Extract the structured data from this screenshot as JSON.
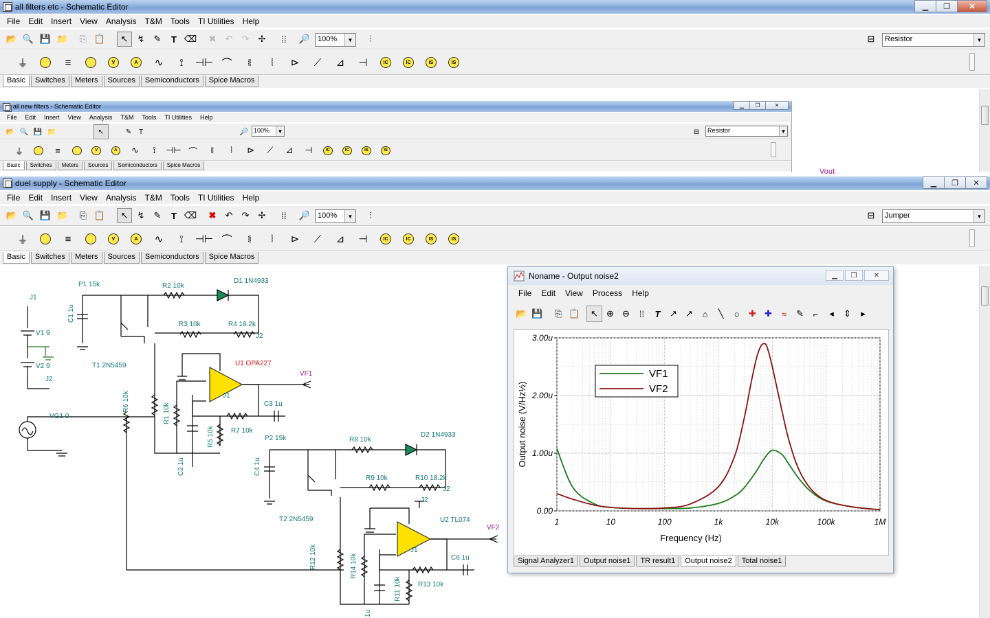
{
  "win1": {
    "title": "all filters etc - Schematic Editor",
    "selector": "Resistor"
  },
  "win2": {
    "title": "all new filters - Schematic Editor",
    "selector": "Resistor"
  },
  "win3": {
    "title": "duel supply - Schematic Editor",
    "selector": "Jumper"
  },
  "menu": [
    "File",
    "Edit",
    "Insert",
    "View",
    "Analysis",
    "T&M",
    "Tools",
    "TI Utilities",
    "Help"
  ],
  "zoom": "100%",
  "comp_tabs": [
    "Basic",
    "Switches",
    "Meters",
    "Sources",
    "Semiconductors",
    "Spice Macros"
  ],
  "meter_icons": [
    "V",
    "A",
    "IC",
    "IS"
  ],
  "bg_label": "Vout",
  "schematic": {
    "labels": {
      "j1": "J1",
      "v1": "V1 9",
      "v2": "V2 9",
      "j2a": "J2",
      "vg1": "VG1 0",
      "p1": "P1 15k",
      "c1": "C1 1u",
      "r2": "R2 10k",
      "d1": "D1 1N4933",
      "r3": "R3 10k",
      "r4": "R4 18.2k",
      "j2b": "J2",
      "t1": "T1 2N5459",
      "u1": "U1 OPA227",
      "vf1": "VF1",
      "j1b": "J1",
      "c3": "C3 1u",
      "r6": "R6 10k",
      "r1": "R1 10k",
      "r7": "R7 10k",
      "r5": "R5 10k",
      "c2": "C2 1u",
      "p2": "P2 15k",
      "r8": "R8 10k",
      "d2": "D2 1N4933",
      "c4": "C4 1u",
      "r9": "R9 10k",
      "r10": "R10 18.2k",
      "j2c": "J2",
      "j2d": "J2",
      "t2": "T2 2N5459",
      "u2": "U2 TL074",
      "vf2": "VF2",
      "j1c": "J1",
      "r12": "R12 10k",
      "r14": "R14 10k",
      "c6": "C6 1u",
      "r13": "R13 10k",
      "r11": "R11 10k",
      "c5": "1u"
    }
  },
  "analyzer": {
    "title": "Noname - Output noise2",
    "menu": [
      "File",
      "Edit",
      "View",
      "Process",
      "Help"
    ],
    "tabs": [
      "Signal Analyzer1",
      "Output noise1",
      "TR result1",
      "Output noise2",
      "Total noise1"
    ],
    "active_tab": "Output noise2"
  },
  "chart_data": {
    "type": "line",
    "xlabel": "Frequency (Hz)",
    "ylabel": "Output noise (V/Hz½)",
    "xscale": "log",
    "xlim": [
      1,
      1000000
    ],
    "ylim": [
      0,
      3e-06
    ],
    "x_ticks": [
      "1",
      "10",
      "100",
      "1k",
      "10k",
      "100k",
      "1M"
    ],
    "y_ticks": [
      "0.00",
      "1.00u",
      "2.00u",
      "3.00u"
    ],
    "grid": true,
    "legend_position": "top-left",
    "series": [
      {
        "name": "VF1",
        "color": "#1a7a1a",
        "x": [
          1,
          2,
          5,
          10,
          30,
          100,
          300,
          1000,
          2000,
          3000,
          5000,
          7000,
          10000,
          15000,
          20000,
          30000,
          50000,
          100000,
          300000,
          1000000
        ],
        "y": [
          1.08e-06,
          4e-07,
          1.2e-07,
          6e-08,
          4e-08,
          4e-08,
          5e-08,
          1.3e-07,
          2.6e-07,
          4e-07,
          6.8e-07,
          9e-07,
          1.05e-06,
          9.8e-07,
          8.2e-07,
          5.8e-07,
          3.5e-07,
          1.7e-07,
          7e-08,
          2e-08
        ]
      },
      {
        "name": "VF2",
        "color": "#8b1010",
        "x": [
          1,
          2,
          5,
          10,
          30,
          100,
          300,
          1000,
          2000,
          3000,
          4000,
          5000,
          6000,
          7000,
          8000,
          10000,
          15000,
          20000,
          30000,
          50000,
          100000,
          300000,
          1000000
        ],
        "y": [
          3e-07,
          2e-07,
          1e-07,
          6e-08,
          4e-08,
          5e-08,
          1.2e-07,
          4.2e-07,
          9.5e-07,
          1.6e-06,
          2.2e-06,
          2.62e-06,
          2.84e-06,
          2.9e-06,
          2.84e-06,
          2.5e-06,
          1.75e-06,
          1.25e-06,
          7.5e-07,
          4e-07,
          1.8e-07,
          7e-08,
          2e-08
        ]
      }
    ]
  }
}
